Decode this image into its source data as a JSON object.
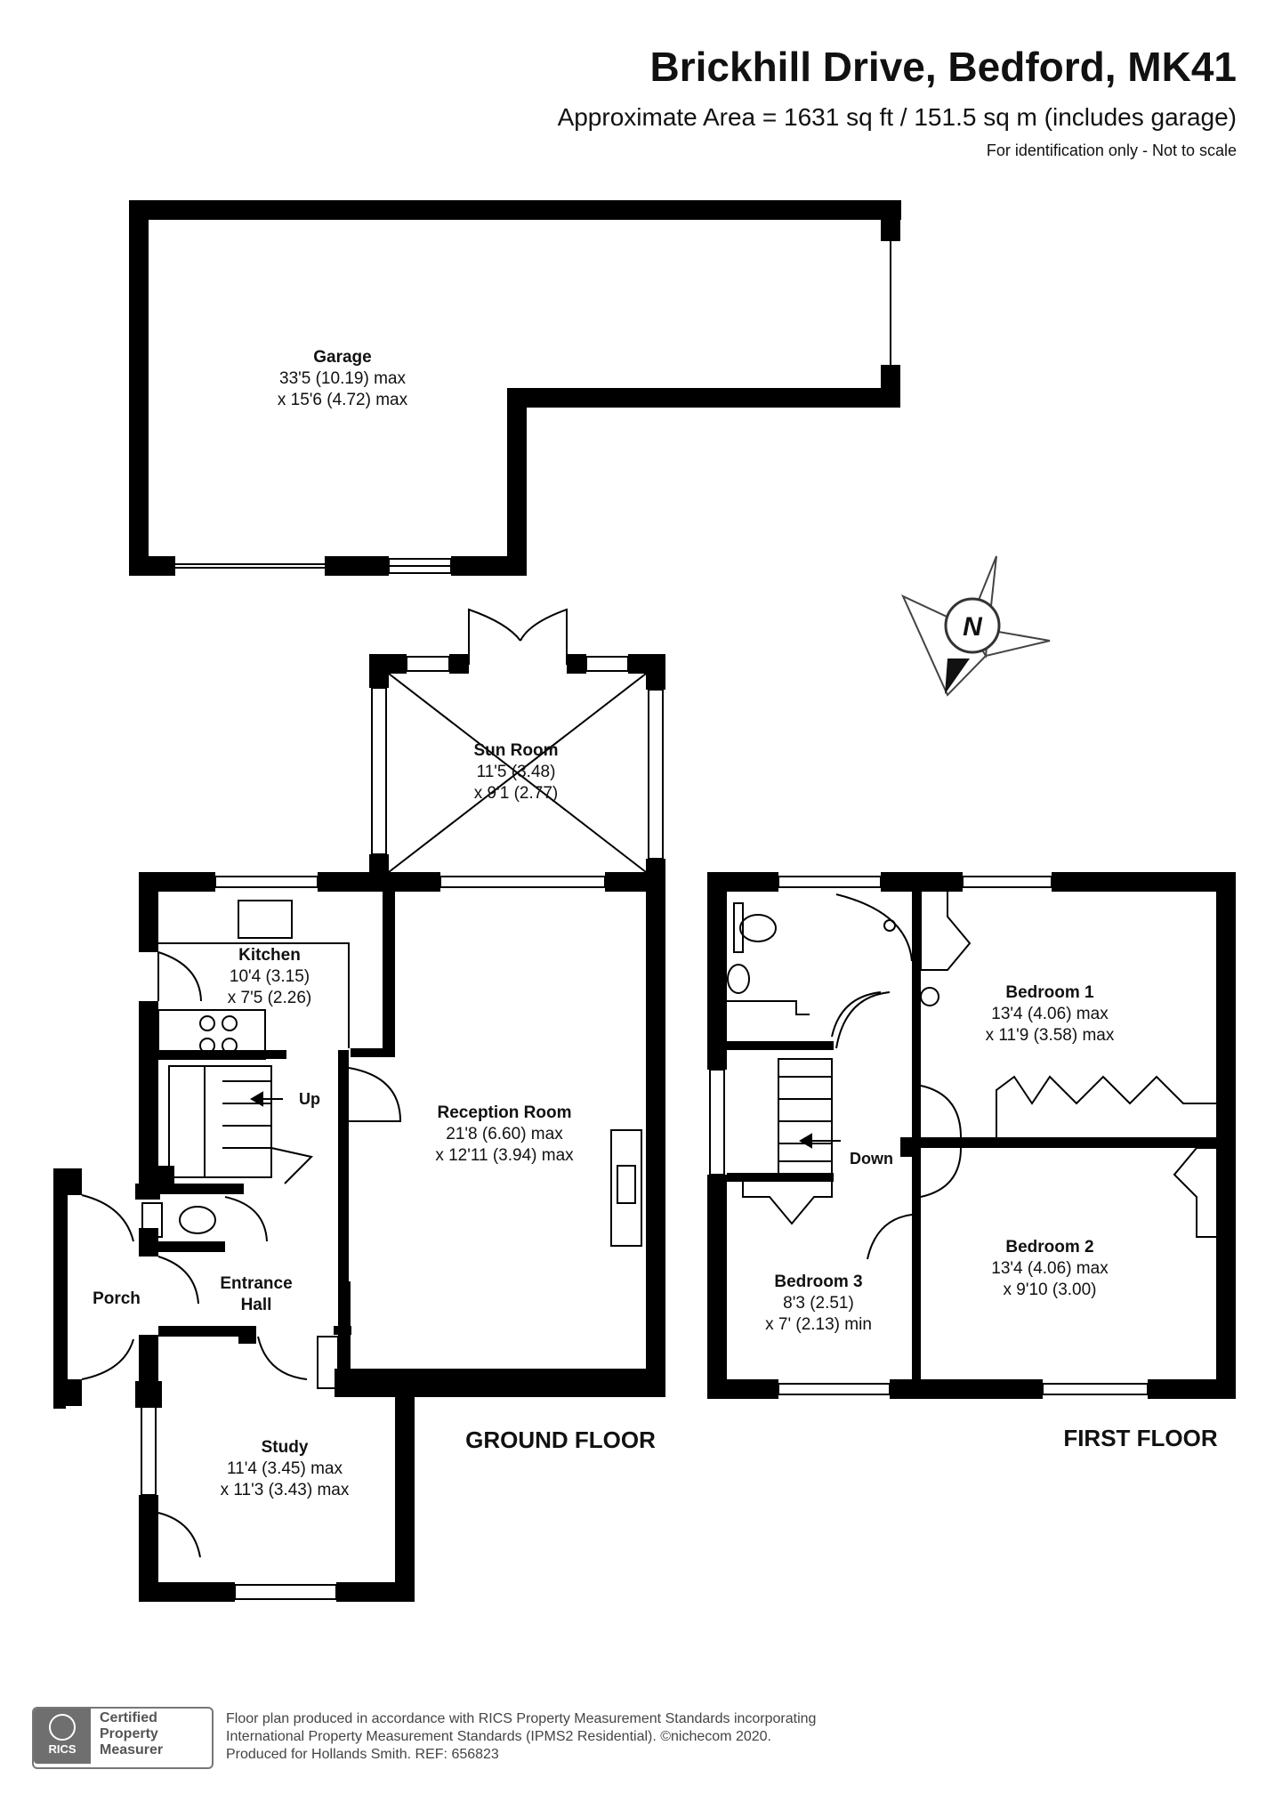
{
  "header": {
    "title": "Brickhill Drive, Bedford, MK41",
    "area": "Approximate Area = 1631 sq ft / 151.5 sq m (includes garage)",
    "note": "For identification only - Not to scale"
  },
  "compass": {
    "label": "N"
  },
  "garage": {
    "name": "Garage",
    "dim1": "33'5 (10.19) max",
    "dim2": "x 15'6 (4.72) max"
  },
  "ground_floor": {
    "label": "GROUND FLOOR",
    "sun_room": {
      "name": "Sun Room",
      "dim1": "11'5 (3.48)",
      "dim2": "x 9'1 (2.77)"
    },
    "kitchen": {
      "name": "Kitchen",
      "dim1": "10'4 (3.15)",
      "dim2": "x 7'5 (2.26)"
    },
    "reception": {
      "name": "Reception Room",
      "dim1": "21'8 (6.60) max",
      "dim2": "x 12'11 (3.94) max"
    },
    "porch": {
      "name": "Porch"
    },
    "entrance": {
      "name1": "Entrance",
      "name2": "Hall"
    },
    "study": {
      "name": "Study",
      "dim1": "11'4 (3.45) max",
      "dim2": "x 11'3 (3.43) max"
    },
    "stairs_label": "Up"
  },
  "first_floor": {
    "label": "FIRST FLOOR",
    "bedroom1": {
      "name": "Bedroom 1",
      "dim1": "13'4 (4.06) max",
      "dim2": "x 11'9 (3.58) max"
    },
    "bedroom2": {
      "name": "Bedroom 2",
      "dim1": "13'4 (4.06) max",
      "dim2": "x 9'10 (3.00)"
    },
    "bedroom3": {
      "name": "Bedroom 3",
      "dim1": "8'3 (2.51)",
      "dim2": "x 7' (2.13) min"
    },
    "stairs_label": "Down"
  },
  "footer": {
    "badge_logo": "RICS",
    "badge_line1": "Certified",
    "badge_line2": "Property",
    "badge_line3": "Measurer",
    "line1": "Floor plan produced in accordance with RICS Property Measurement Standards incorporating",
    "line2": "International Property Measurement Standards (IPMS2 Residential).  ©nichecom 2020.",
    "line3": "Produced for Hollands Smith.   REF: 656823"
  }
}
